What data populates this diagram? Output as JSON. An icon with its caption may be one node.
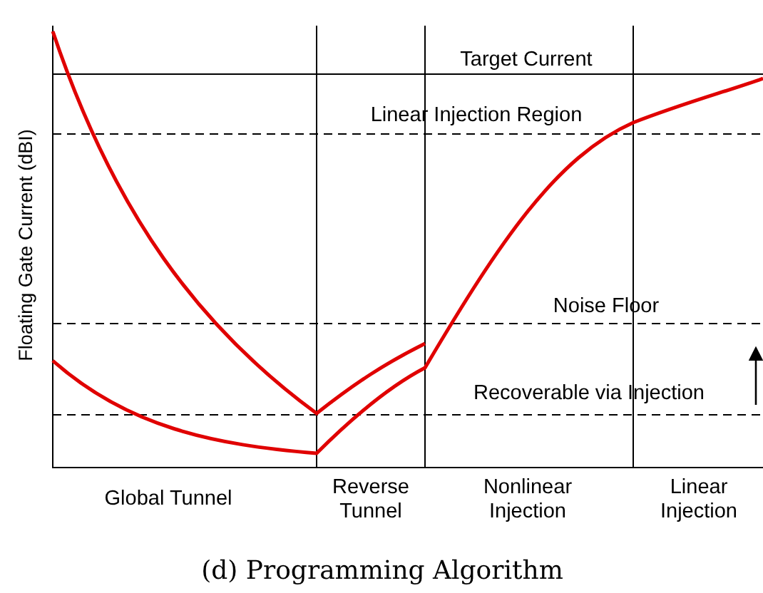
{
  "diagram": {
    "caption": "(d) Programming Algorithm",
    "labels": [
      "Target Current",
      "Linear Injection Region",
      "Floating Gate Current (dBI)",
      "Noise Floor",
      "Recoverable via Injection",
      "Global Tunnel",
      "Reverse Tunnel",
      "Nonlinear Injection",
      "Linear Injection"
    ]
  }
}
